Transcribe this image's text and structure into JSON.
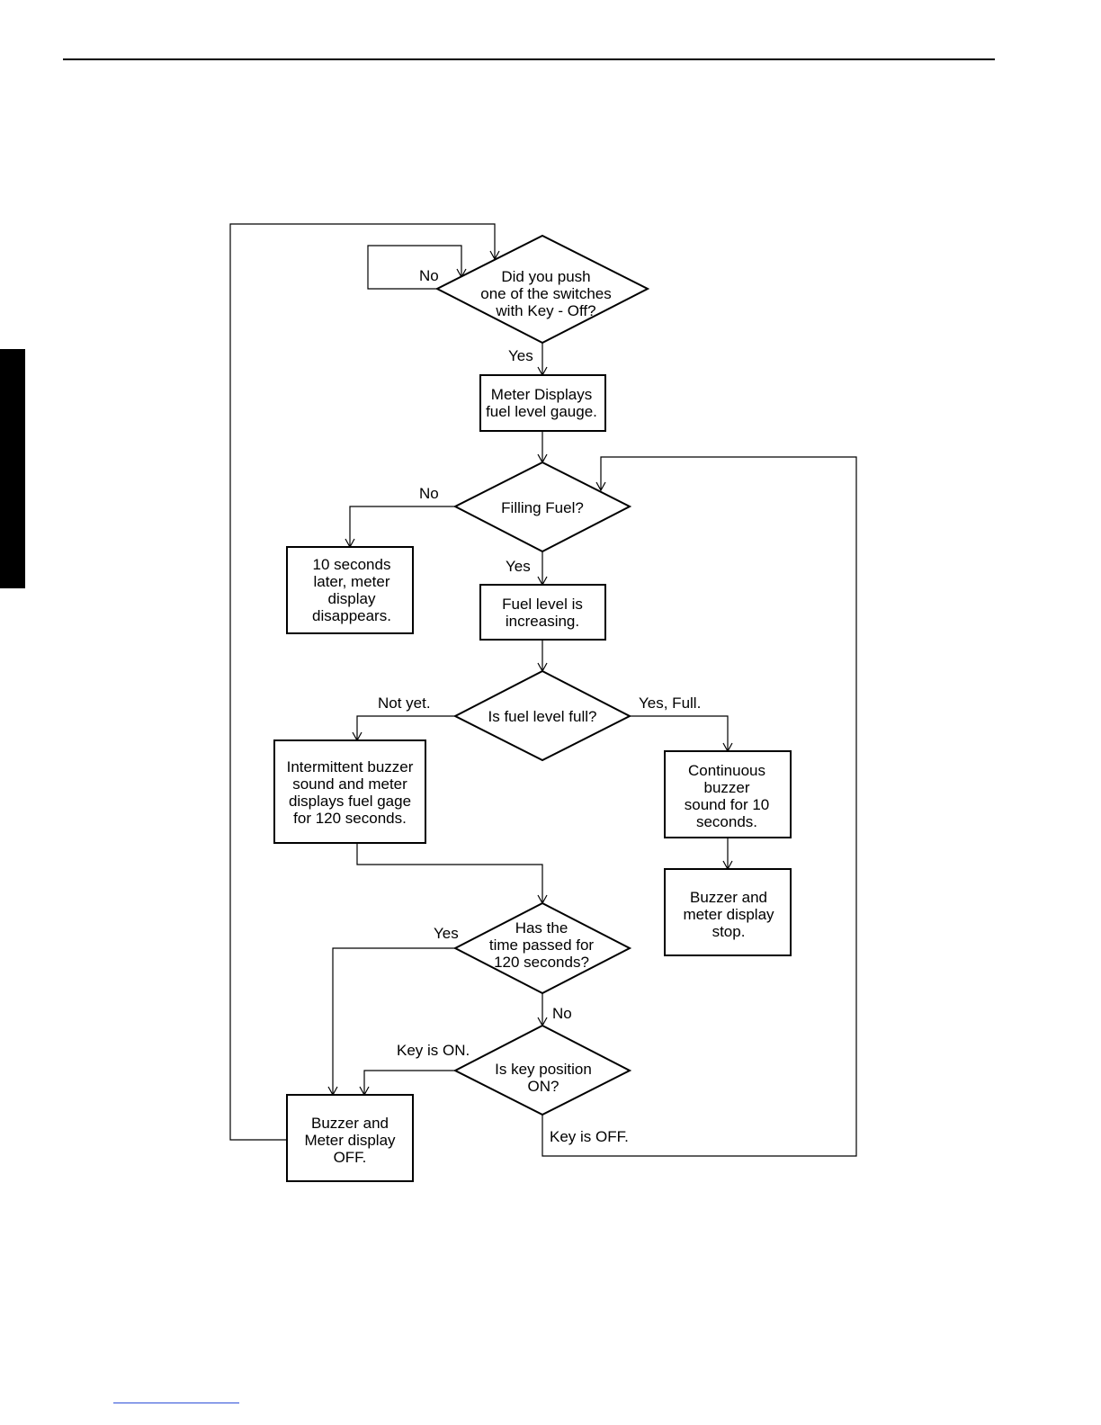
{
  "nodes": {
    "d1": [
      "Did you push",
      "one of the switches",
      "with Key - Off?"
    ],
    "b1": [
      "Meter Displays",
      "fuel level gauge."
    ],
    "d2": [
      "Filling Fuel?"
    ],
    "b2": [
      "10 seconds",
      "later, meter",
      "display",
      "disappears."
    ],
    "b3": [
      "Fuel level is",
      "increasing."
    ],
    "d3": [
      "Is fuel level full?"
    ],
    "b4": [
      "Intermittent buzzer",
      "sound and meter",
      "displays fuel gage",
      "for 120 seconds."
    ],
    "b5": [
      "Continuous",
      "buzzer",
      "sound for 10",
      "seconds."
    ],
    "b6": [
      "Buzzer and",
      "meter display",
      "stop."
    ],
    "d4": [
      "Has the",
      "time passed for",
      "120 seconds?"
    ],
    "d5": [
      "Is key position",
      "ON?"
    ],
    "b7": [
      "Buzzer and",
      "Meter display",
      "OFF."
    ]
  },
  "labels": {
    "d1_no": "No",
    "d1_yes": "Yes",
    "d2_no": "No",
    "d2_yes": "Yes",
    "d3_not_yet": "Not yet.",
    "d3_yes_full": "Yes, Full.",
    "d4_yes": "Yes",
    "d4_no": "No",
    "d5_key_on": "Key is ON.",
    "d5_key_off": "Key is OFF."
  }
}
